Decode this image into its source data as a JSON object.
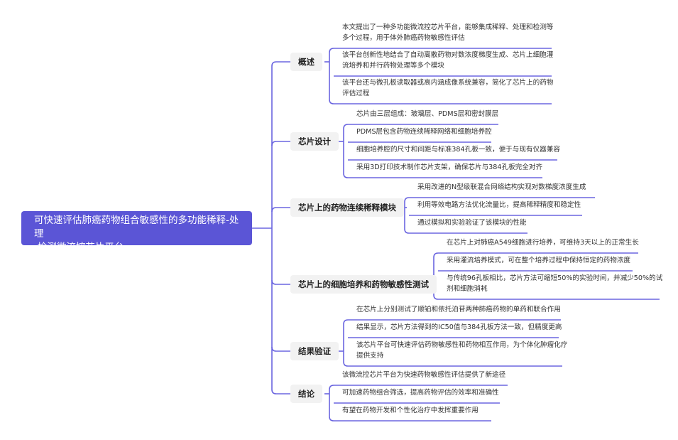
{
  "root": {
    "title": "可快速评估肺癌药物组合敏感性的多功能稀释-处理-检测微流控芯片平台",
    "line1": "可快速评估肺癌药物组合敏感性的多功能稀释-处理",
    "line2": "-检测微流控芯片平台"
  },
  "colors": {
    "root_bg": "#5b55d6",
    "line": "#6b66e0",
    "branch_bg": "#f2f2f2"
  },
  "branches": [
    {
      "label": "概述",
      "leaves": [
        {
          "lines": [
            "本文提出了一种多功能微流控芯片平台，能够集成稀释、处理和检测等",
            "多个过程，用于体外肺癌药物敏感性评估"
          ]
        },
        {
          "lines": [
            "该平台创新性地结合了自动离散药物对数浓度梯度生成、芯片上细胞灌",
            "流培养和并行药物处理等多个模块"
          ]
        },
        {
          "lines": [
            "该平台还与微孔板读取器或高内涵成像系统兼容，简化了芯片上的药物",
            "评估过程"
          ]
        }
      ]
    },
    {
      "label": "芯片设计",
      "leaves": [
        {
          "lines": [
            "芯片由三层组成：玻璃层、PDMS层和密封膜层"
          ]
        },
        {
          "lines": [
            "PDMS层包含药物连续稀释网络和细胞培养腔"
          ]
        },
        {
          "lines": [
            "细胞培养腔的尺寸和间距与标准384孔板一致，便于与现有仪器兼容"
          ]
        },
        {
          "lines": [
            "采用3D打印技术制作芯片支架，确保芯片与384孔板完全对齐"
          ]
        }
      ]
    },
    {
      "label": "芯片上的药物连续稀释模块",
      "leaves": [
        {
          "lines": [
            "采用改进的N型级联混合网络结构实现对数梯度浓度生成"
          ]
        },
        {
          "lines": [
            "利用等效电路方法优化流量比，提高稀释精度和稳定性"
          ]
        },
        {
          "lines": [
            "通过模拟和实验验证了该模块的性能"
          ]
        }
      ]
    },
    {
      "label": "芯片上的细胞培养和药物敏感性测试",
      "leaves": [
        {
          "lines": [
            "在芯片上对肺癌A549细胞进行培养，可维持3天以上的正常生长"
          ]
        },
        {
          "lines": [
            "采用灌流培养模式，可在整个培养过程中保持恒定的药物浓度"
          ]
        },
        {
          "lines": [
            "与传统96孔板相比，芯片方法可缩短50%的实验时间，并减少50%的试",
            "剂和细胞消耗"
          ]
        }
      ]
    },
    {
      "label": "结果验证",
      "leaves": [
        {
          "lines": [
            "在芯片上分别测试了顺铂和依托泊苷两种肺癌药物的单药和联合作用"
          ]
        },
        {
          "lines": [
            "结果显示，芯片方法得到的IC50值与384孔板方法一致，但精度更高"
          ]
        },
        {
          "lines": [
            "该芯片平台可快速评估药物敏感性和药物相互作用，为个体化肿瘤化疗",
            "提供支持"
          ]
        }
      ]
    },
    {
      "label": "结论",
      "leaves": [
        {
          "lines": [
            "该微流控芯片平台为快速药物敏感性评估提供了新途径"
          ]
        },
        {
          "lines": [
            "可加速药物组合筛选，提高药物评估的效率和准确性"
          ]
        },
        {
          "lines": [
            "有望在药物开发和个性化治疗中发挥重要作用"
          ]
        }
      ]
    }
  ]
}
